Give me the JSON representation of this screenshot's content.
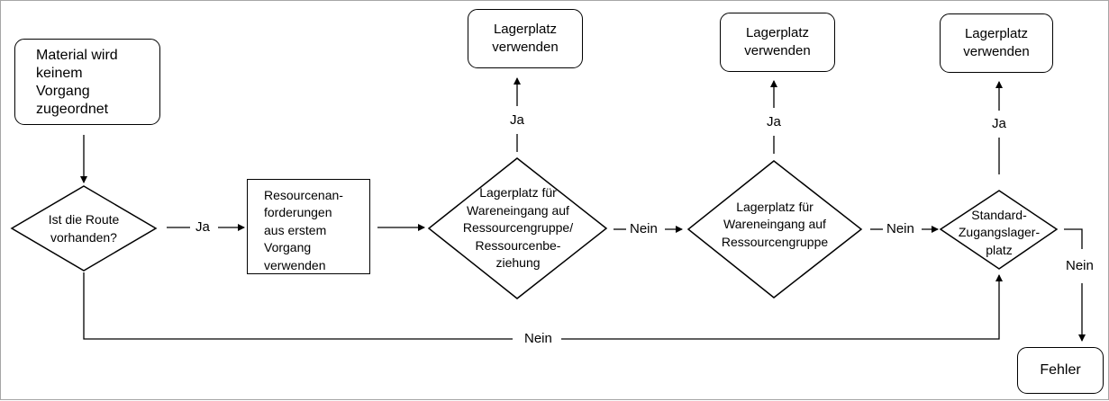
{
  "nodes": {
    "start": "Material wird keinem Vorgang zugeordnet",
    "route_check": "Ist die Route vorhanden?",
    "resource": "Resourcenan-forderungen aus erstem Vorgang verwenden",
    "dec_lager_1": "Lagerplatz für Wareneingang auf Ressourcengruppe/ Ressourcenbe-ziehung",
    "dec_lager_2": "Lagerplatz für Wareneingang auf Ressourcengruppe",
    "dec_standard": "Standard-Zugangslager-platz",
    "lager_1": "Lagerplatz verwenden",
    "lager_2": "Lagerplatz verwenden",
    "lager_3": "Lagerplatz verwenden",
    "fehler": "Fehler"
  },
  "edges": {
    "route_ja": "Ja",
    "dec1_ja": "Ja",
    "dec2_ja": "Ja",
    "dec3_ja": "Ja",
    "dec1_nein": "Nein",
    "dec2_nein": "Nein",
    "dec3_nein": "Nein",
    "route_nein": "Nein"
  },
  "colors": {
    "line": "#000000",
    "frame": "#a6a6a6",
    "background": "#ffffff"
  }
}
